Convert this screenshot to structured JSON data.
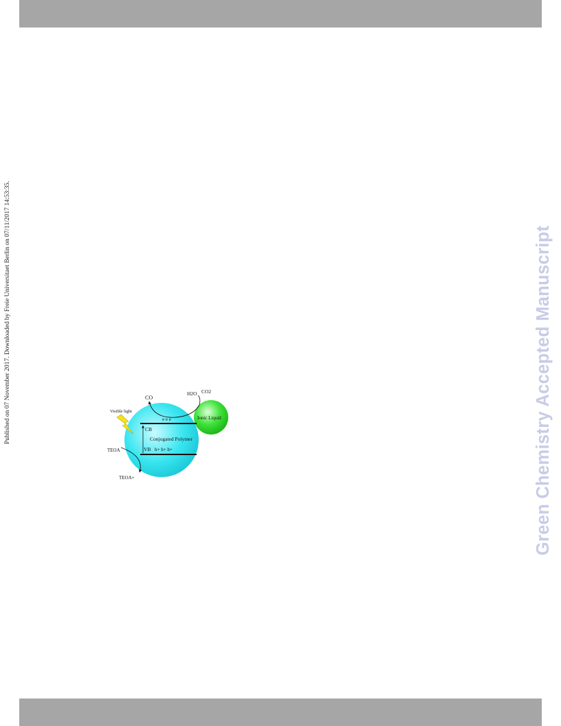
{
  "header_bar": {},
  "footer_bar": {},
  "side_note": "Published on 07 November 2017. Downloaded by Freie Universitaet Berlin on 07/11/2017 14:53:35.",
  "watermark": "Green Chemistry Accepted Manuscript",
  "figure": {
    "labels": {
      "co": "CO",
      "h2o": "H2O",
      "co2": "CO2",
      "ionic_liquid": "Ionic Liquid",
      "visible_light": "Visible light",
      "cb": "CB",
      "vb": "VB",
      "conjugated_polymer": "Conjugated Polymer",
      "electrons": "e   e   e",
      "holes": "h+   h+   h+",
      "teoa": "TEOA",
      "teoa_plus": "TEOA+"
    },
    "colors": {
      "polymer_sphere": "#39e6f0",
      "ionic_sphere": "#3fe33a",
      "lightning": "#f4e21c"
    }
  }
}
